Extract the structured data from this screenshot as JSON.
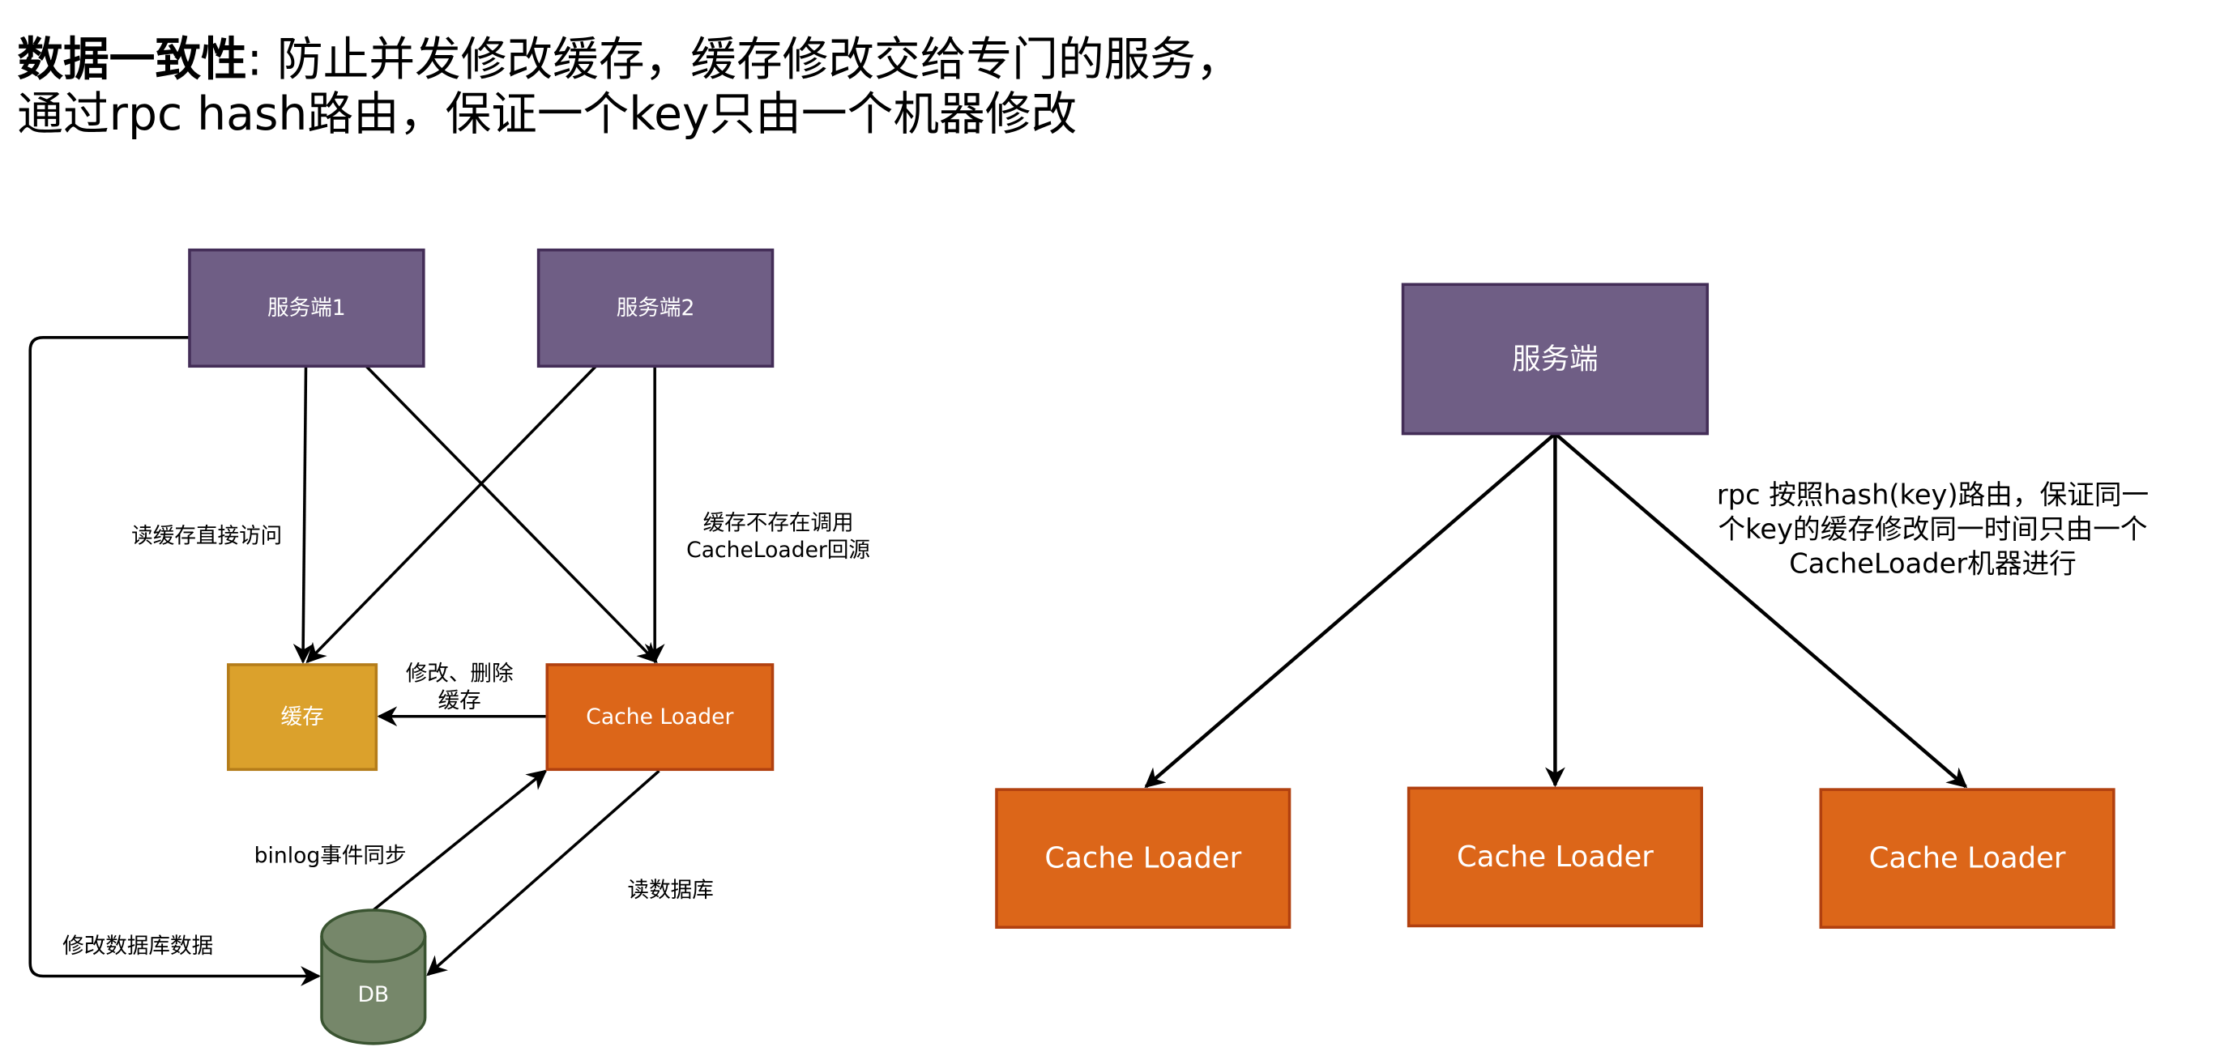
{
  "title": {
    "bold": "数据一致性",
    "line1_rest": ": 防止并发修改缓存，缓存修改交给专门的服务，",
    "line2": "通过rpc hash路由，保证一个key只由一个机器修改"
  },
  "colors": {
    "server_fill": "#6F5E85",
    "server_stroke": "#432D57",
    "cache_fill": "#DBA12C",
    "cache_stroke": "#B47C1A",
    "loader_fill": "#DC6619",
    "loader_stroke": "#B1400F",
    "db_fill": "#76876A",
    "db_stroke": "#3A5431"
  },
  "left_diagram": {
    "nodes": {
      "server1": "服务端1",
      "server2": "服务端2",
      "cache": "缓存",
      "cache_loader": "Cache Loader",
      "db": "DB"
    },
    "edge_labels": {
      "read_cache": "读缓存直接访问",
      "cache_miss_line1": "缓存不存在调用",
      "cache_miss_line2": "CacheLoader回源",
      "modify_cache_line1": "修改、删除",
      "modify_cache_line2": "缓存",
      "binlog": "binlog事件同步",
      "read_db": "读数据库",
      "modify_db": "修改数据库数据"
    }
  },
  "right_diagram": {
    "nodes": {
      "server": "服务端",
      "loaders": [
        "Cache Loader",
        "Cache Loader",
        "Cache Loader"
      ]
    },
    "edge_label": {
      "line1": "rpc 按照hash(key)路由，保证同一",
      "line2": "个key的缓存修改同一时间只由一个",
      "line3": "CacheLoader机器进行"
    }
  }
}
